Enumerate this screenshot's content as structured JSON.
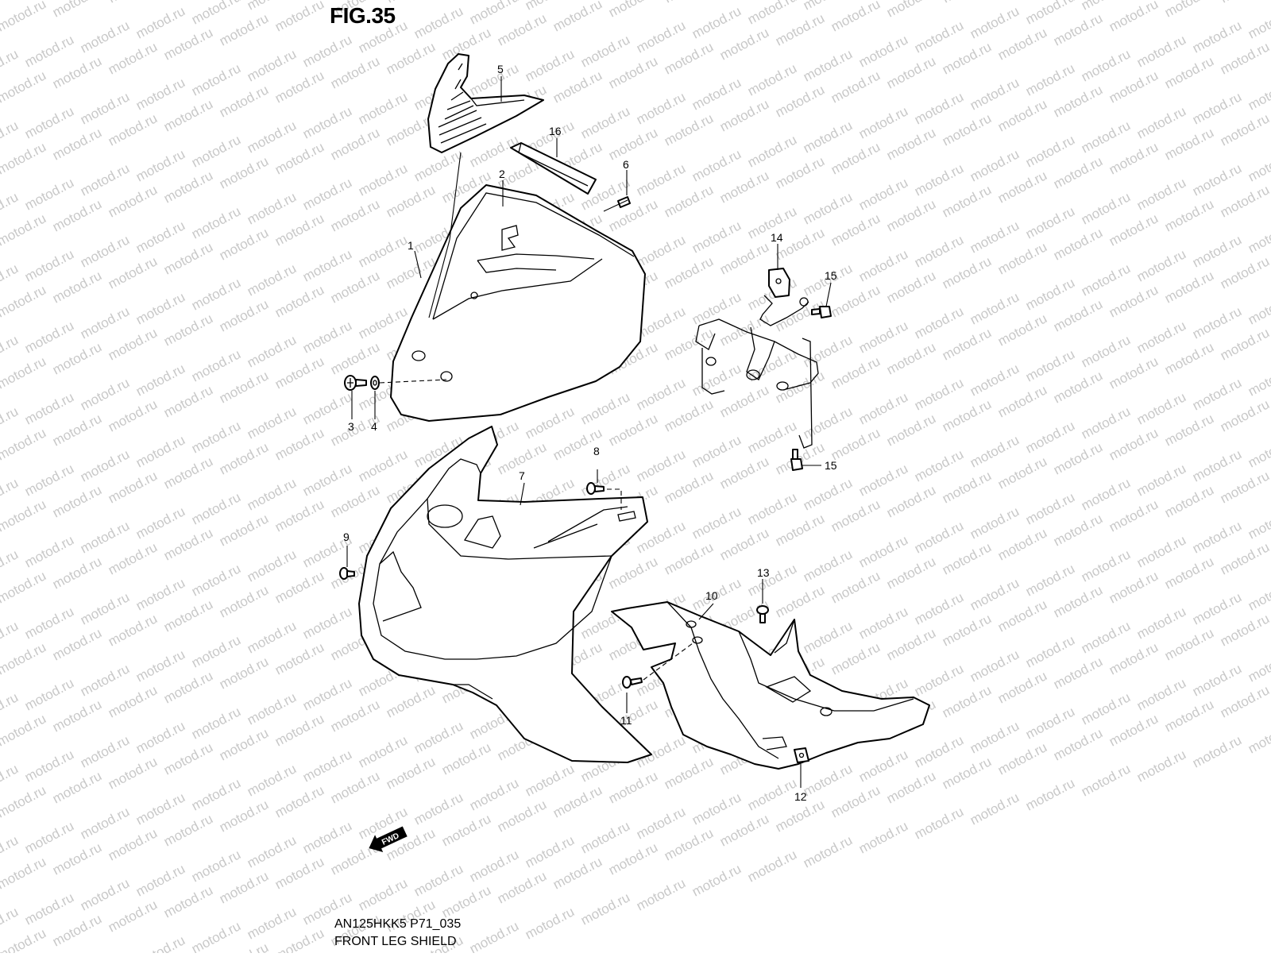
{
  "figure": {
    "title": "FIG.35",
    "model_code": "AN125HKK5 P71_035",
    "section_name": "FRONT LEG SHIELD",
    "watermark_text": "motod.ru",
    "fwd_label": "FWD"
  },
  "callouts": {
    "n1": "1",
    "n2": "2",
    "n3": "3",
    "n4": "4",
    "n5": "5",
    "n6": "6",
    "n7": "7",
    "n8": "8",
    "n9": "9",
    "n10": "10",
    "n11": "11",
    "n12": "12",
    "n13": "13",
    "n14": "14",
    "n15a": "15",
    "n15b": "15",
    "n16": "16"
  },
  "colors": {
    "line": "#000000",
    "watermark": "#c8c8c8",
    "background": "#ffffff"
  }
}
